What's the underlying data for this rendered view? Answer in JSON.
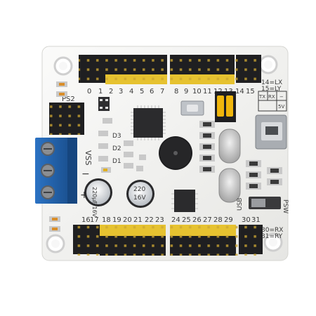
{
  "board": {
    "top_numbers": [
      "0",
      "1",
      "2",
      "3",
      "4",
      "5",
      "6",
      "7",
      "8",
      "9",
      "10",
      "11",
      "12",
      "13",
      "14",
      "15"
    ],
    "bottom_left_numbers": [
      "16",
      "17",
      "18",
      "19",
      "20",
      "21",
      "22",
      "23"
    ],
    "bottom_right_numbers": [
      "24",
      "25",
      "26",
      "27",
      "28",
      "29",
      "30",
      "31"
    ],
    "map_top": "14=LX",
    "map_top2": "15=LY",
    "map_bottom": "30=RX",
    "map_bottom2": "31=RY",
    "ps2_label": "PS2",
    "vss_label": "VSS",
    "minus_label": "−",
    "plus_label": "+",
    "d1_label": "D1",
    "d2_label": "D2",
    "d3_label": "D3",
    "usb_label": "USB",
    "psw_label": "PSW",
    "txrx_tx": "TX",
    "txrx_rx": "RX",
    "txrx_5v": "5V",
    "txrx_minus": "−",
    "cap_left": "220μF 16V",
    "cap_right_value": "220",
    "cap_right_volt": "16V"
  },
  "colors": {
    "pcb": "#f3f3f1",
    "header_black": "#1f1f21",
    "pin_gold": "#e6c230",
    "terminal_blue": "#1f5fa8",
    "jumper_yellow": "#f0b60c"
  }
}
